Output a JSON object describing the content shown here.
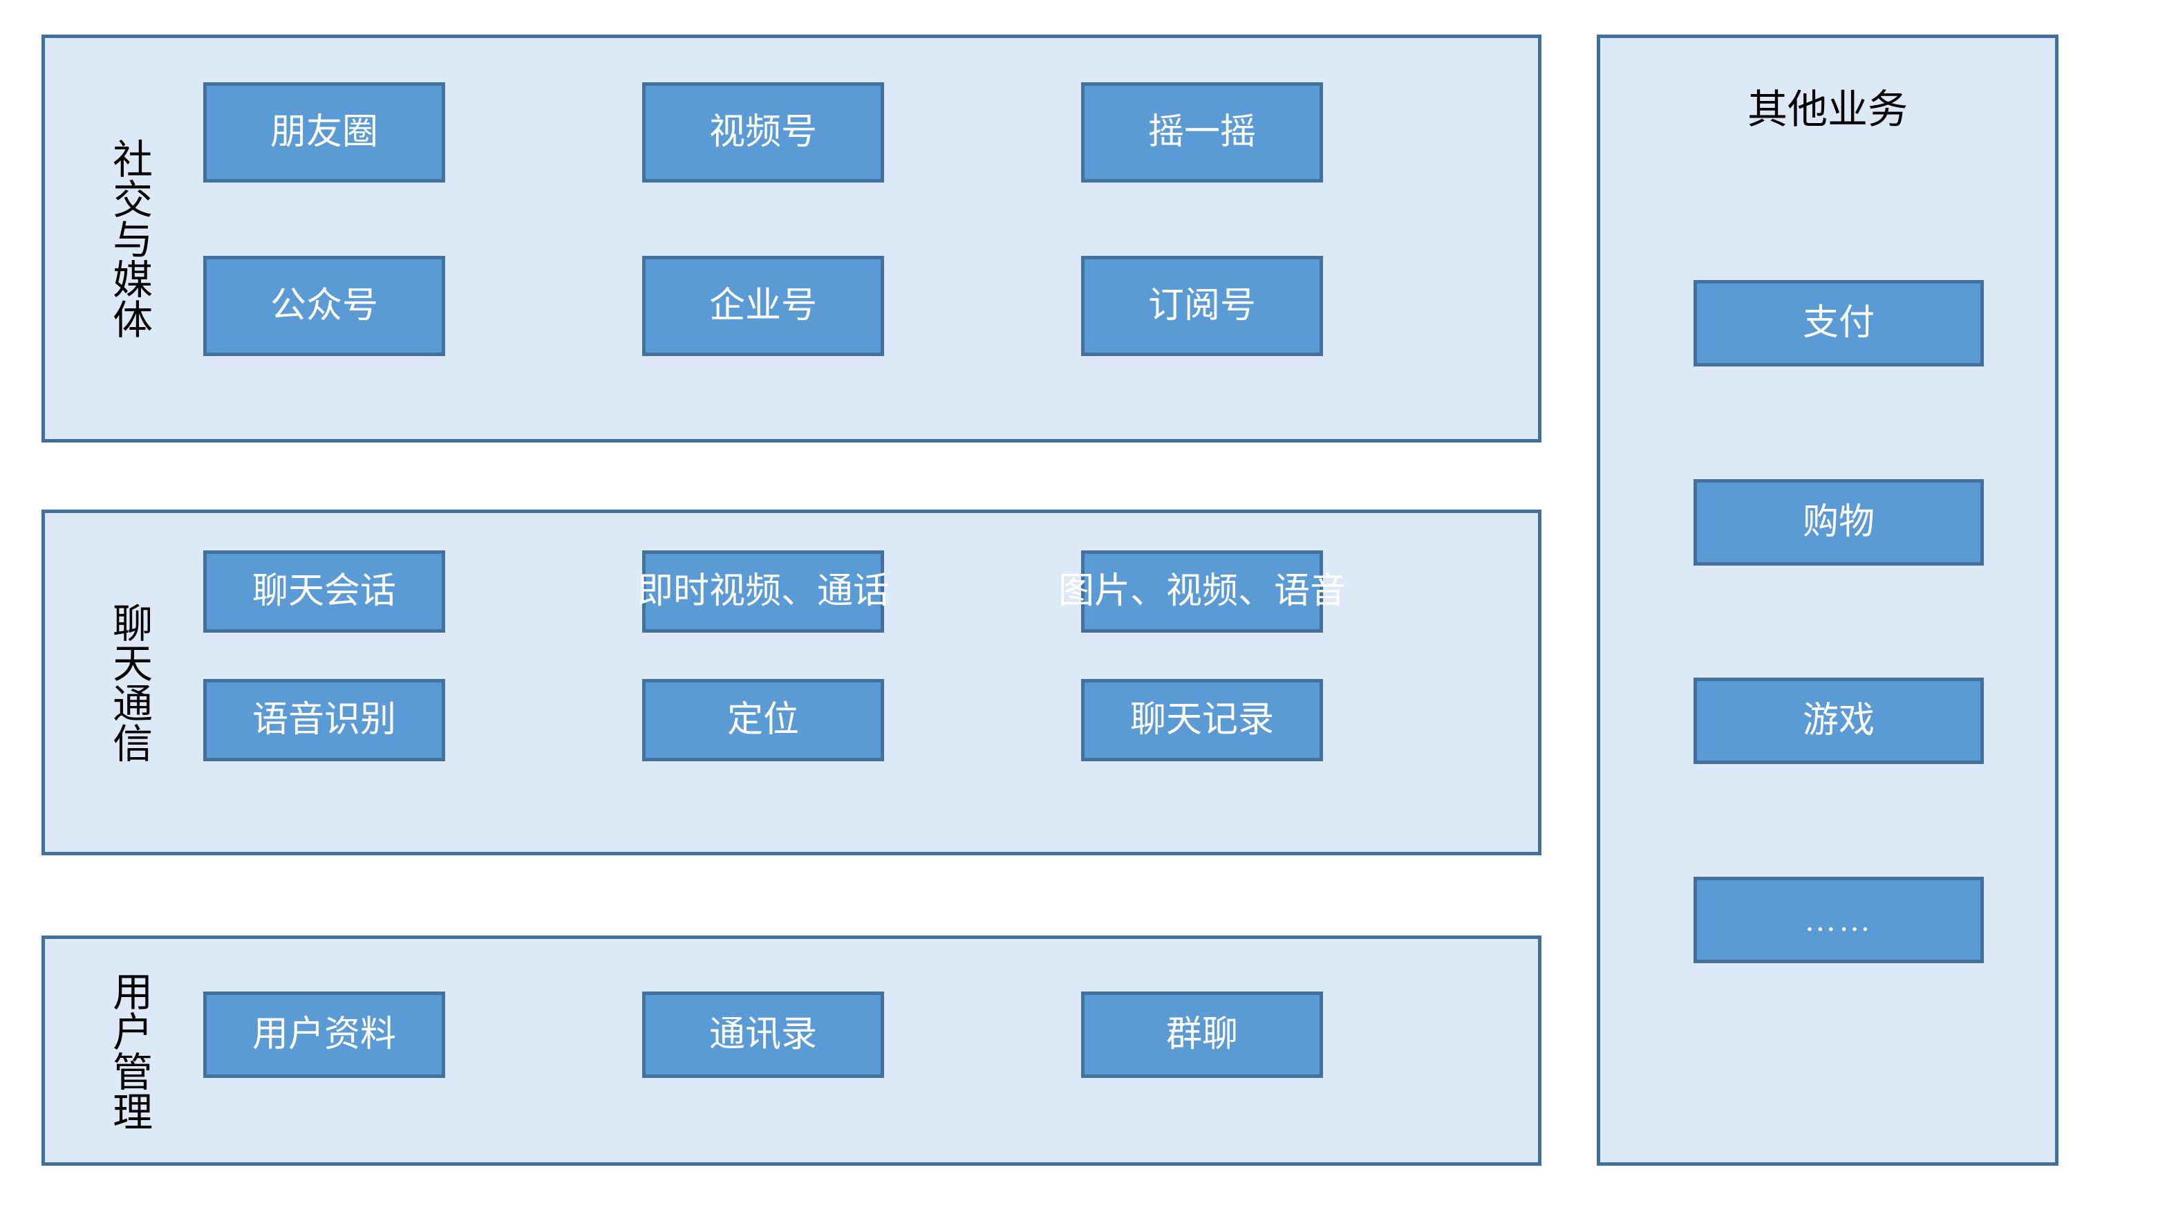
{
  "diagram": {
    "title": "微信功能架构图",
    "colors": {
      "panel_fill": "#DEE9F7",
      "panel_border": "#41709C",
      "box_fill": "#5B9BD5",
      "box_border": "#41719C",
      "box_text": "#FFFFFF",
      "label_text": "#000000",
      "background": "#FFFFFF"
    }
  },
  "groups": [
    {
      "id": "social",
      "label": "社交与媒体",
      "rows": [
        [
          {
            "label": "朋友圈"
          },
          {
            "label": "视频号"
          },
          {
            "label": "摇一摇"
          }
        ],
        [
          {
            "label": "公众号"
          },
          {
            "label": "企业号"
          },
          {
            "label": "订阅号"
          }
        ]
      ]
    },
    {
      "id": "chat",
      "label": "聊天通信",
      "rows": [
        [
          {
            "label": "聊天会话"
          },
          {
            "label": "即时视频、通话"
          },
          {
            "label": "图片、视频、语音"
          }
        ],
        [
          {
            "label": "语音识别"
          },
          {
            "label": "定位"
          },
          {
            "label": "聊天记录"
          }
        ]
      ]
    },
    {
      "id": "user",
      "label": "用户管理",
      "rows": [
        [
          {
            "label": "用户资料"
          },
          {
            "label": "通讯录"
          },
          {
            "label": "群聊"
          }
        ]
      ]
    }
  ],
  "other_panel": {
    "title": "其他业务",
    "items": [
      {
        "label": "支付"
      },
      {
        "label": "购物"
      },
      {
        "label": "游戏"
      },
      {
        "label": "……"
      }
    ]
  }
}
